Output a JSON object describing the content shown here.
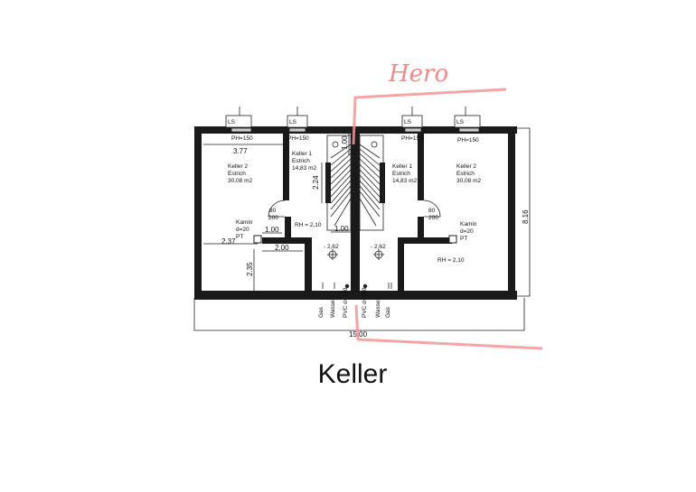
{
  "title": "Keller",
  "annotation": "Hero",
  "colors": {
    "wall": "#1a1a1a",
    "annotation": "#f08a8a"
  },
  "rooms": {
    "left_keller2": {
      "name": "Keller 2",
      "floor": "Estrich",
      "area": "30,08 m2"
    },
    "left_keller1": {
      "name": "Keller 1",
      "floor": "Estrich",
      "area": "14,83 m2"
    },
    "right_keller1": {
      "name": "Keller 1",
      "floor": "Estrich",
      "area": "14,83 m2"
    },
    "right_keller2": {
      "name": "Keller 2",
      "floor": "Estrich",
      "area": "30,08 m2"
    }
  },
  "windows": {
    "label": "LS",
    "sill": "PH=150"
  },
  "doors": {
    "width": "80",
    "height": "200"
  },
  "kamin": {
    "name": "Kamin",
    "diameter": "d=20",
    "code": "PT"
  },
  "room_height": "RH = 2,10",
  "level": "- 2,62",
  "dimensions": {
    "width_377": "3.77",
    "d_100": "1.00",
    "d_224": "2.24",
    "d_237": "2.37",
    "d_200": "2.00",
    "d_235": "2.35",
    "total_width": "15.00",
    "total_depth": "8.16"
  },
  "utilities": [
    "Gas",
    "Wasser",
    "PVC d=160",
    "PVC d=160",
    "Wasser",
    "Gas"
  ]
}
